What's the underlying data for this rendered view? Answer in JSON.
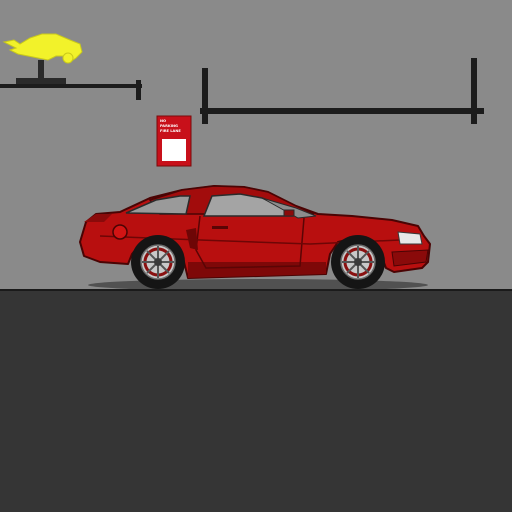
{
  "scene": {
    "wall_color": "#8a8a8a",
    "floor_color": "#353535",
    "floor_line_color": "#1a1a1a",
    "pipe_color": "#1c1c1c"
  },
  "trophy": {
    "icon": "car-silhouette-trophy-icon",
    "color": "#f2f22a"
  },
  "sign": {
    "line1": "NO",
    "line2": "PARKING",
    "line3": "FIRE LANE",
    "background_color": "#c8101a",
    "panel_color": "#ffffff"
  },
  "car": {
    "icon": "red-sports-coupe-icon",
    "body_color": "#b80f0f",
    "dark_color": "#6e0606",
    "window_color": "#9a9a9a",
    "wheel_color": "#151515",
    "rim_color": "#c8c8c8"
  }
}
